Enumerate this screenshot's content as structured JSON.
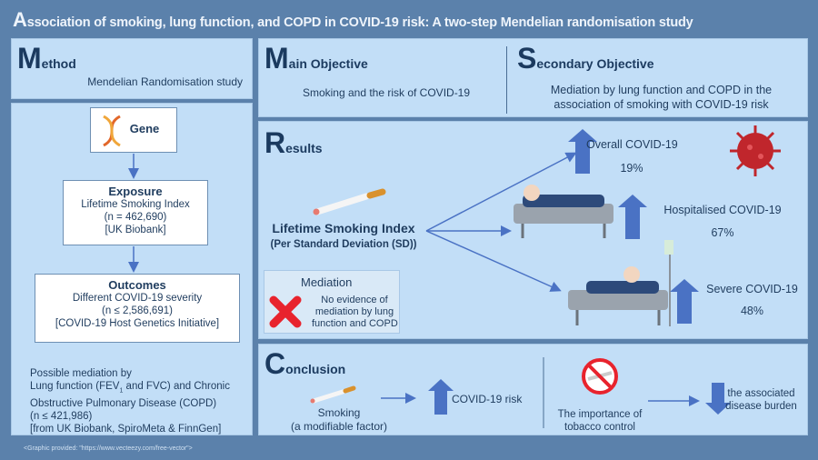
{
  "title": {
    "initial": "A",
    "rest": "ssociation of smoking, lung function, and COPD in COVID-19 risk: A two-step Mendelian randomisation study"
  },
  "method": {
    "initial": "M",
    "rest": "ethod",
    "text": "Mendelian Randomisation study"
  },
  "flow": {
    "gene": "Gene",
    "exposure": {
      "title": "Exposure",
      "lines": [
        "Lifetime Smoking Index",
        "(n = 462,690)",
        "[UK Biobank]"
      ]
    },
    "outcomes": {
      "title": "Outcomes",
      "lines": [
        "Different COVID-19 severity",
        "(n ≤ 2,586,691)",
        "[COVID-19 Host Genetics Initiative]"
      ]
    },
    "mediation": {
      "l1": "Possible mediation by",
      "l2a": "Lung function (FEV",
      "l2sub": "1",
      "l2b": " and FVC) and Chronic",
      "l3": "Obstructive Pulmonary Disease (COPD)",
      "l4": "(n ≤ 421,986)",
      "l5": "[from UK Biobank, SpiroMeta & FinnGen]"
    }
  },
  "main_objective": {
    "initial": "M",
    "rest": "ain Objective",
    "text": "Smoking and the risk of COVID-19"
  },
  "secondary_objective": {
    "initial": "S",
    "rest": "econdary Objective",
    "lines": [
      "Mediation by lung function and COPD in the",
      "association of smoking with COVID-19 risk"
    ]
  },
  "results": {
    "initial": "R",
    "rest": "esults",
    "exposure_label": "Lifetime Smoking Index",
    "exposure_sub": "(Per Standard Deviation (SD))",
    "mediation": {
      "title": "Mediation",
      "lines": [
        "No evidence of",
        "mediation by lung",
        "function and COPD"
      ]
    },
    "outcomes": [
      {
        "label": "Overall COVID-19",
        "value": "19%",
        "direction": "up"
      },
      {
        "label": "Hospitalised COVID-19",
        "value": "67%",
        "direction": "up"
      },
      {
        "label": "Severe COVID-19",
        "value": "48%",
        "direction": "up"
      }
    ]
  },
  "conclusion": {
    "initial": "C",
    "rest": "onclusion",
    "smoking": [
      "Smoking",
      "(a modifiable factor)"
    ],
    "risk": "COVID-19 risk",
    "tobacco": [
      "The importance of",
      "tobacco control"
    ],
    "burden": [
      "the associated",
      "disease burden"
    ]
  },
  "footer": "<Graphic provided: \"https://www.vecteezy.com/free-vector\">",
  "colors": {
    "background": "#5b81ab",
    "panel": "#c2def7",
    "heading": "#1b3a5f",
    "arrow": "#4a72c4",
    "cross": "#e8232d",
    "virus": "#c0262c"
  }
}
